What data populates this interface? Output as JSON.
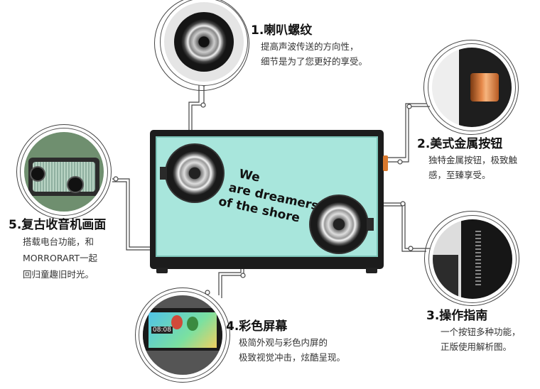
{
  "features": [
    {
      "number": "1.",
      "title": "喇叭螺纹",
      "desc_lines": [
        "提高声波传送的方向性，",
        "细节是为了您更好的享受。"
      ]
    },
    {
      "number": "2.",
      "title": "美式金属按钮",
      "desc_lines": [
        "独特金属按钮，极致触",
        "感，至臻享受。"
      ]
    },
    {
      "number": "3.",
      "title": "操作指南",
      "desc_lines": [
        "一个按钮多种功能，",
        "正版使用解析图。"
      ]
    },
    {
      "number": "4.",
      "title": "彩色屏幕",
      "desc_lines": [
        "极简外观与彩色内屏的",
        "极致视觉冲击，炫酷呈现。"
      ]
    },
    {
      "number": "5.",
      "title": "复古收音机画面",
      "desc_lines": [
        "搭载电台功能，和",
        "MORRORART一起",
        "回归童趣旧时光。"
      ]
    }
  ],
  "screen_text": [
    "We",
    "are dreamers",
    "of the shore"
  ],
  "screen_clock": "08:08",
  "colors": {
    "screen": "#a8e6dc",
    "body": "#1c1c1c",
    "knob": "#d9792e",
    "line": "#444444"
  }
}
